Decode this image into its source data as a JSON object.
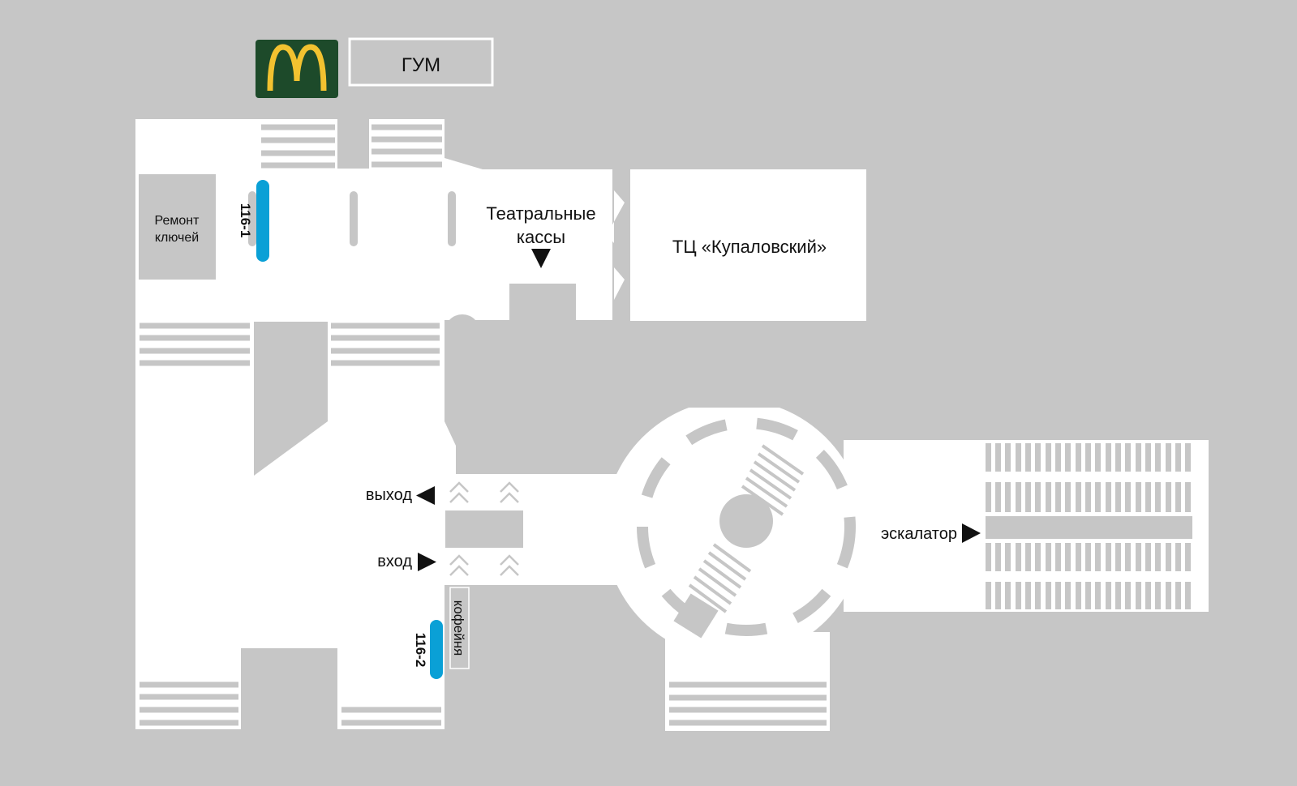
{
  "colors": {
    "background": "#c6c6c6",
    "floor": "#ffffff",
    "structure": "#c6c6c6",
    "stop_marker": "#0aa0d6",
    "logo_bg": "#1d4a2a",
    "logo_arches": "#f2c230"
  },
  "logo": {
    "name": "McDonald's",
    "mark": "M"
  },
  "labels": {
    "gum": "ГУМ",
    "key_repair_1": "Ремонт",
    "key_repair_2": "ключей",
    "theatre_1": "Театральные",
    "theatre_2": "кассы",
    "mall": "ТЦ «Купаловский»",
    "exit": "выход",
    "entrance": "вход",
    "escalator": "эскалатор",
    "coffee": "кофейня",
    "stop_1": "116-1",
    "stop_2": "116-2"
  }
}
